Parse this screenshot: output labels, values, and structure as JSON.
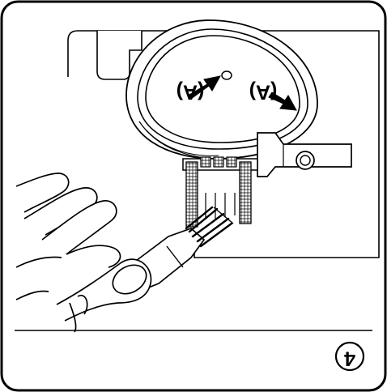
{
  "step": {
    "number": "4",
    "orientation": "upside-down"
  },
  "callouts": [
    {
      "label": "(A)"
    },
    {
      "label": "(A)"
    }
  ],
  "icons": {
    "hand": "hand-holding-brush-icon",
    "brush": "cleaning-brush-icon",
    "arrow": "arrow-icon"
  },
  "colors": {
    "line": "#000000",
    "background": "#ffffff"
  }
}
